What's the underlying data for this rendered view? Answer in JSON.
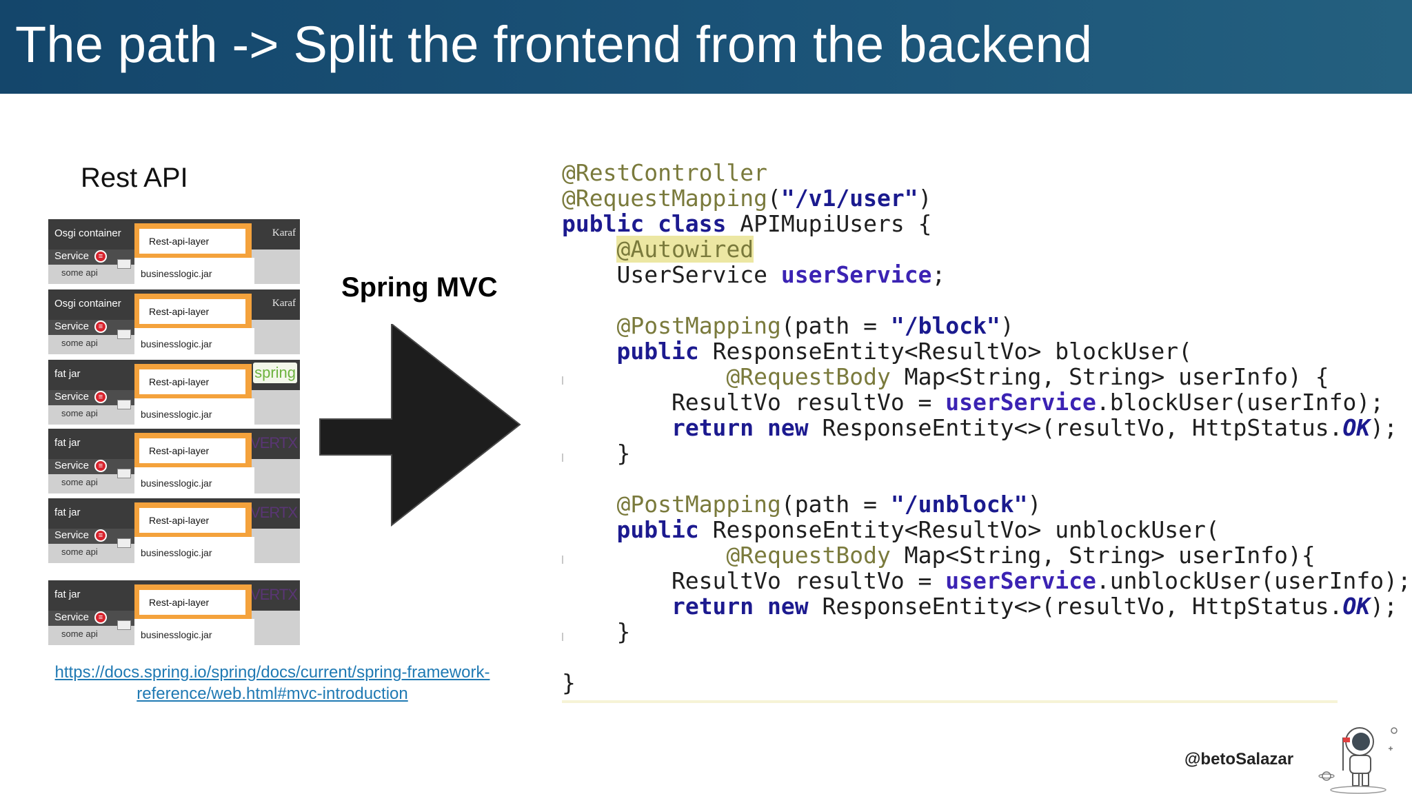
{
  "header": {
    "title": "The path -> Split the frontend from the backend"
  },
  "left": {
    "title": "Rest API",
    "stacks": [
      {
        "kind": "Osgi container",
        "service": "Service",
        "api": "some api",
        "layer": "Rest-api-layer",
        "jar": "businesslogic.jar",
        "brand": "Karaf"
      },
      {
        "kind": "Osgi container",
        "service": "Service",
        "api": "some api",
        "layer": "Rest-api-layer",
        "jar": "businesslogic.jar",
        "brand": "Karaf"
      },
      {
        "kind": "fat jar",
        "service": "Service",
        "api": "some api",
        "layer": "Rest-api-layer",
        "jar": "businesslogic.jar",
        "brand": "spring"
      },
      {
        "kind": "fat jar",
        "service": "Service",
        "api": "some api",
        "layer": "Rest-api-layer",
        "jar": "businesslogic.jar",
        "brand": "VERTX"
      },
      {
        "kind": "fat jar",
        "service": "Service",
        "api": "some api",
        "layer": "Rest-api-layer",
        "jar": "businesslogic.jar",
        "brand": "VERTX"
      },
      {
        "kind": "fat jar",
        "service": "Service",
        "api": "some api",
        "layer": "Rest-api-layer",
        "jar": "businesslogic.jar",
        "brand": "VERTX"
      }
    ],
    "link": "https://docs.spring.io/spring/docs/current/spring-framework-reference/web.html#mvc-introduction"
  },
  "middle": {
    "label": "Spring MVC"
  },
  "code": {
    "lines": [
      [
        {
          "t": "@RestController",
          "c": "ann"
        }
      ],
      [
        {
          "t": "@RequestMapping",
          "c": "ann"
        },
        {
          "t": "(",
          "c": ""
        },
        {
          "t": "\"/v1/user\"",
          "c": "str"
        },
        {
          "t": ")",
          "c": ""
        }
      ],
      [
        {
          "t": "public class",
          "c": "kw"
        },
        {
          "t": " APIMupiUsers {",
          "c": ""
        }
      ],
      [
        {
          "t": "    ",
          "c": ""
        },
        {
          "t": "@Autowired",
          "c": "ann hl"
        }
      ],
      [
        {
          "t": "    UserService ",
          "c": ""
        },
        {
          "t": "userService",
          "c": "fld"
        },
        {
          "t": ";",
          "c": ""
        }
      ],
      [
        {
          "t": "",
          "c": ""
        }
      ],
      [
        {
          "t": "    ",
          "c": ""
        },
        {
          "t": "@PostMapping",
          "c": "ann"
        },
        {
          "t": "(path = ",
          "c": ""
        },
        {
          "t": "\"/block\"",
          "c": "str"
        },
        {
          "t": ")",
          "c": ""
        }
      ],
      [
        {
          "t": "    ",
          "c": ""
        },
        {
          "t": "public",
          "c": "kw"
        },
        {
          "t": " ResponseEntity<ResultVo> blockUser(",
          "c": ""
        }
      ],
      [
        {
          "t": "            ",
          "c": ""
        },
        {
          "t": "@RequestBody",
          "c": "ann"
        },
        {
          "t": " Map<String, String> userInfo) {",
          "c": ""
        }
      ],
      [
        {
          "t": "        ResultVo resultVo = ",
          "c": ""
        },
        {
          "t": "userService",
          "c": "fld"
        },
        {
          "t": ".blockUser(userInfo);",
          "c": ""
        }
      ],
      [
        {
          "t": "        ",
          "c": ""
        },
        {
          "t": "return new",
          "c": "kw"
        },
        {
          "t": " ResponseEntity<>(resultVo, HttpStatus.",
          "c": ""
        },
        {
          "t": "OK",
          "c": "ok"
        },
        {
          "t": ");",
          "c": ""
        }
      ],
      [
        {
          "t": "    }",
          "c": ""
        }
      ],
      [
        {
          "t": "",
          "c": ""
        }
      ],
      [
        {
          "t": "    ",
          "c": ""
        },
        {
          "t": "@PostMapping",
          "c": "ann"
        },
        {
          "t": "(path = ",
          "c": ""
        },
        {
          "t": "\"/unblock\"",
          "c": "str"
        },
        {
          "t": ")",
          "c": ""
        }
      ],
      [
        {
          "t": "    ",
          "c": ""
        },
        {
          "t": "public",
          "c": "kw"
        },
        {
          "t": " ResponseEntity<ResultVo> unblockUser(",
          "c": ""
        }
      ],
      [
        {
          "t": "            ",
          "c": ""
        },
        {
          "t": "@RequestBody",
          "c": "ann"
        },
        {
          "t": " Map<String, String> userInfo){",
          "c": ""
        }
      ],
      [
        {
          "t": "        ResultVo resultVo = ",
          "c": ""
        },
        {
          "t": "userService",
          "c": "fld"
        },
        {
          "t": ".unblockUser(userInfo);",
          "c": ""
        }
      ],
      [
        {
          "t": "        ",
          "c": ""
        },
        {
          "t": "return new",
          "c": "kw"
        },
        {
          "t": " ResponseEntity<>(resultVo, HttpStatus.",
          "c": ""
        },
        {
          "t": "OK",
          "c": "ok"
        },
        {
          "t": ");",
          "c": ""
        }
      ],
      [
        {
          "t": "    }",
          "c": ""
        }
      ],
      [
        {
          "t": "",
          "c": ""
        }
      ],
      [
        {
          "t": "}",
          "c": ""
        }
      ]
    ]
  },
  "footer": {
    "handle": "@betoSalazar"
  }
}
